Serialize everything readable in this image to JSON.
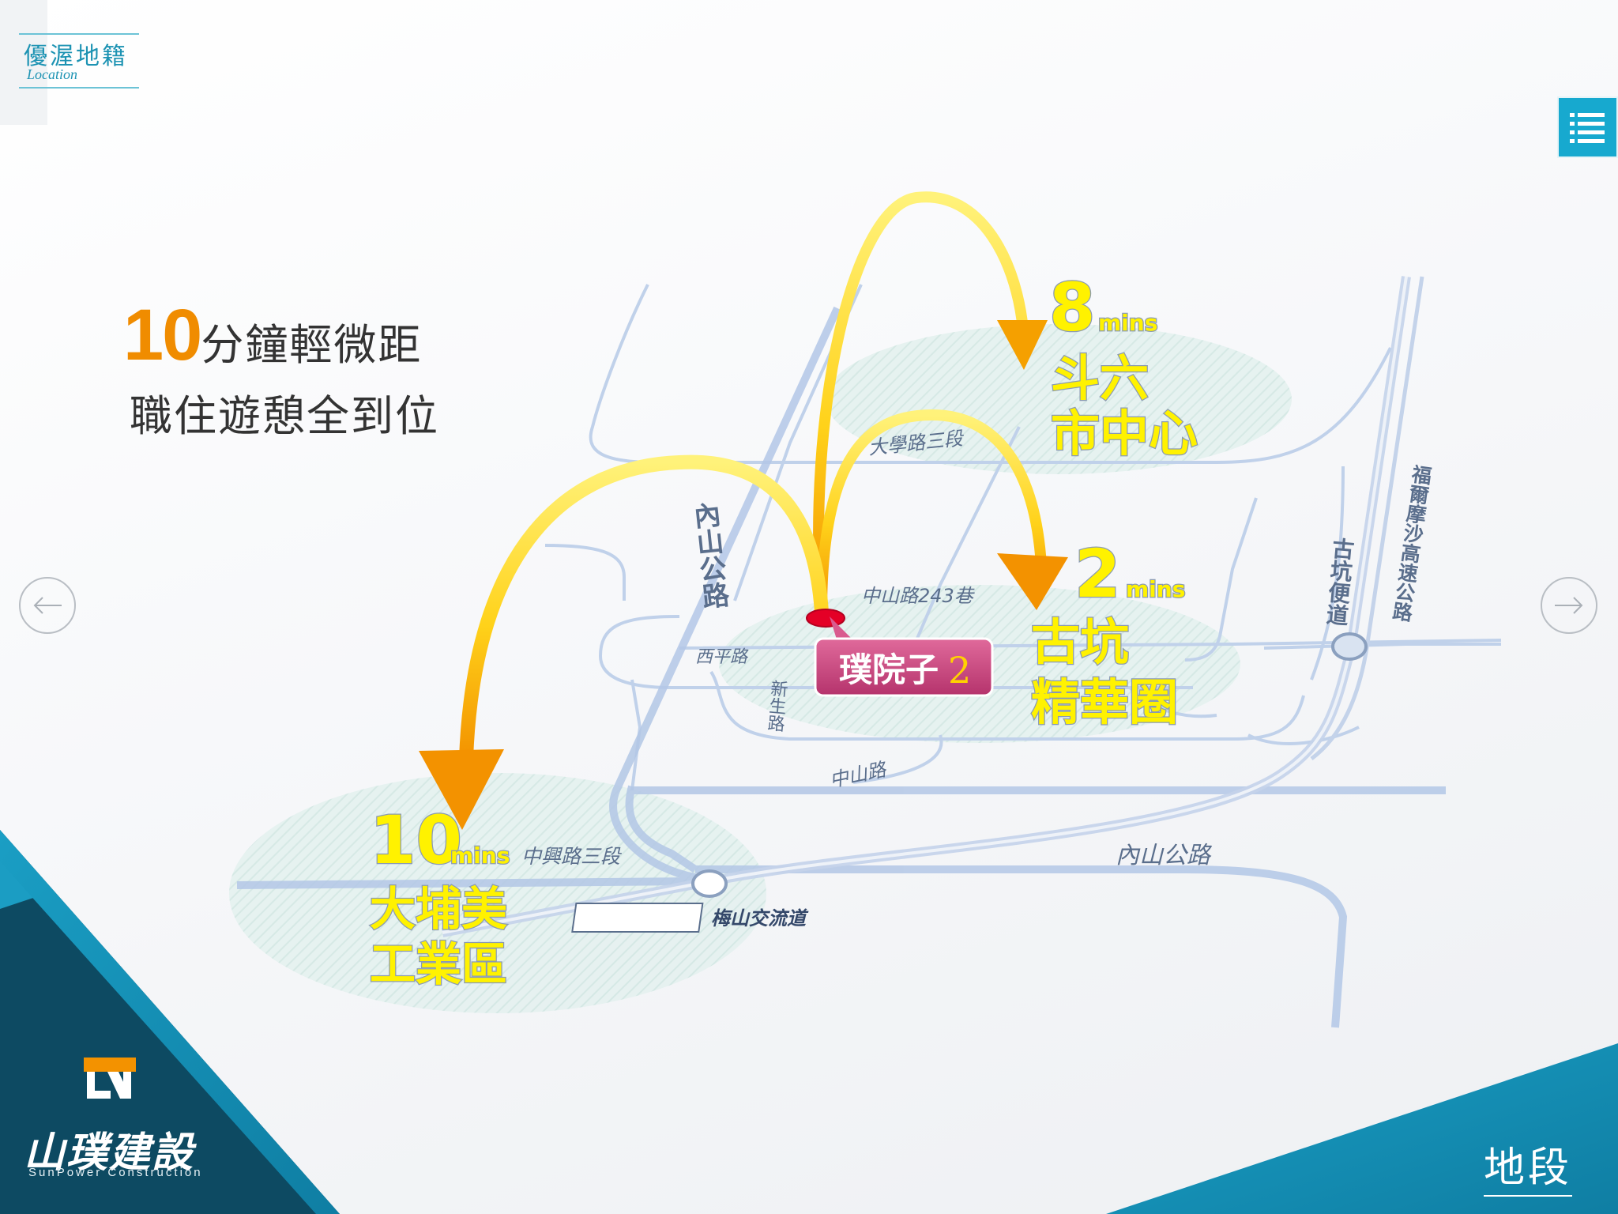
{
  "header": {
    "section_zh": "優渥地籍",
    "section_en": "Location"
  },
  "headline": {
    "number": "10",
    "line1": "分鐘輕微距",
    "line2": "職住遊憩全到位"
  },
  "map": {
    "project": {
      "name": "璞院子",
      "number": "2"
    },
    "destinations": [
      {
        "id": "douliu",
        "time_value": "8",
        "time_unit": "mins",
        "line1": "斗六",
        "line2": "市中心"
      },
      {
        "id": "gukeng",
        "time_value": "2",
        "time_unit": "mins",
        "line1": "古坑",
        "line2": "精華圈"
      },
      {
        "id": "dapumei",
        "time_value": "10",
        "time_unit": "mins",
        "line1": "大埔美",
        "line2": "工業區"
      }
    ],
    "roads": {
      "daxue": "大學路三段",
      "neishan_vertical": "內山公路",
      "zhongshan243": "中山路243巷",
      "xiping": "西平路",
      "xinsheng": "新生路",
      "zhongshan": "中山路",
      "zhongxing": "中興路三段",
      "neishan_bottom": "內山公路",
      "gukeng_bypass": "古坑便道",
      "formosa_freeway": "福爾摩沙高速公路",
      "meishan_interchange": "梅山交流道"
    }
  },
  "icons": {
    "menu": "list-menu-icon",
    "prev": "arrow-left-icon",
    "next": "arrow-right-icon",
    "logo": "sunpower-logo"
  },
  "branding": {
    "company_zh": "山璞建設",
    "company_en": "SunPower Construction",
    "section_label": "地段"
  },
  "colors": {
    "accent": "#17a9cf",
    "headline_number": "#f08c00",
    "arrow": "#ffc400",
    "badge": "#c63e78",
    "road": "#b9cbe6",
    "label_fill": "#fff200",
    "label_stroke": "#8a9ab3"
  }
}
